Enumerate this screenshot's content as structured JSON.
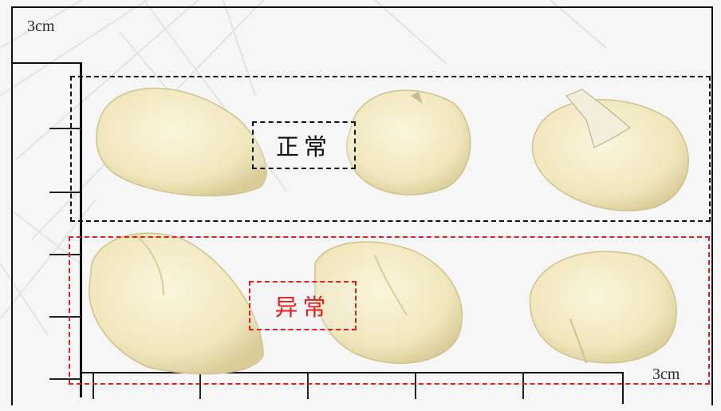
{
  "scale": {
    "top_label": "3cm",
    "right_label": "3cm"
  },
  "groups": {
    "normal": {
      "label": "正常",
      "color": "#111111"
    },
    "abnormal": {
      "label": "异常",
      "color": "#e02020"
    }
  },
  "kernel_color": "#f6efd0"
}
